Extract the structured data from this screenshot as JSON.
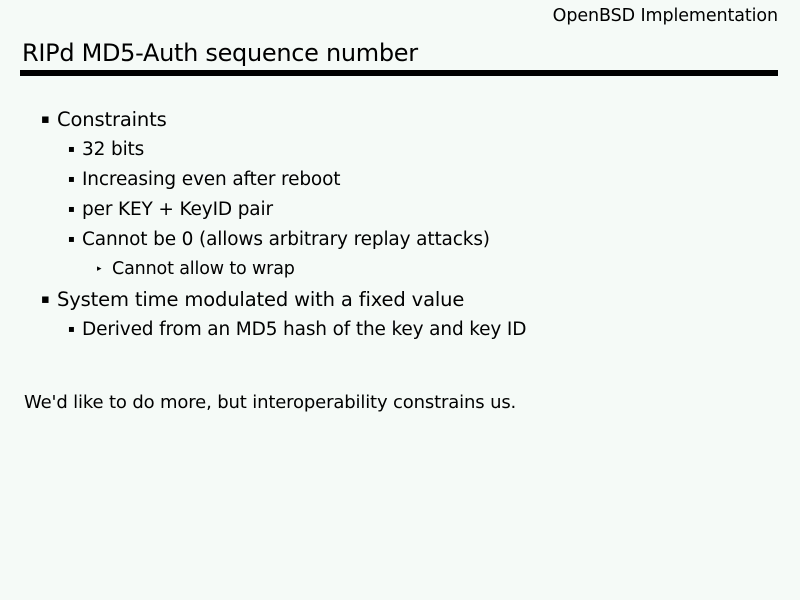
{
  "slide": {
    "background_color": "#f5faf7",
    "text_color": "#000000",
    "header": "OpenBSD Implementation",
    "title": "RIPd MD5-Auth sequence number",
    "rule_color": "#000000",
    "bullets": [
      {
        "level": 1,
        "marker": "▪",
        "marker_name": "square-bullet",
        "text": "Constraints"
      },
      {
        "level": 2,
        "marker": "▪",
        "marker_name": "square-bullet",
        "text": "32 bits"
      },
      {
        "level": 2,
        "marker": "▪",
        "marker_name": "square-bullet",
        "text": "Increasing even after reboot"
      },
      {
        "level": 2,
        "marker": "▪",
        "marker_name": "square-bullet",
        "text": "per KEY + KeyID pair"
      },
      {
        "level": 2,
        "marker": "▪",
        "marker_name": "square-bullet",
        "text": "Cannot be 0 (allows arbitrary replay attacks)"
      },
      {
        "level": 3,
        "marker": "▸",
        "marker_name": "triangle-bullet",
        "text": "Cannot allow to wrap"
      },
      {
        "level": 1,
        "marker": "▪",
        "marker_name": "square-bullet",
        "text": "System time modulated with a fixed value"
      },
      {
        "level": 2,
        "marker": "▪",
        "marker_name": "square-bullet",
        "text": "Derived from an MD5 hash of the key and key ID"
      }
    ],
    "closing_note": "We'd like to do more, but interoperability constrains us."
  }
}
